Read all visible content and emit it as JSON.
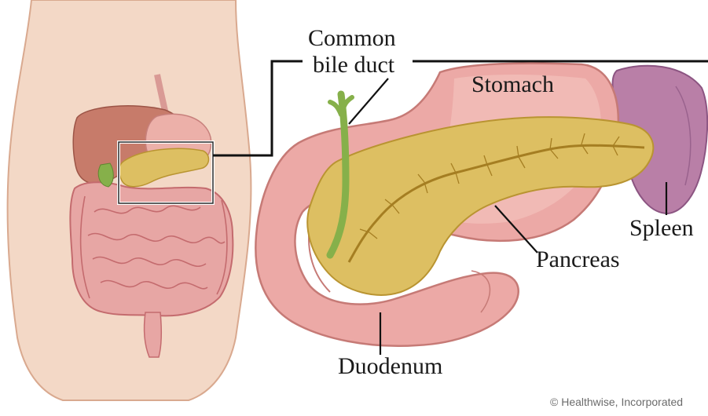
{
  "labels": {
    "common_bile_duct_line1": "Common",
    "common_bile_duct_line2": "bile duct",
    "stomach": "Stomach",
    "spleen": "Spleen",
    "pancreas": "Pancreas",
    "duodenum": "Duodenum"
  },
  "credit": "© Healthwise, Incorporated",
  "colors": {
    "skin": "#f3d8c6",
    "skin_edge": "#d9a98f",
    "intestine": "#e7a6a4",
    "intestine_edge": "#c46b6e",
    "stomach": "#eca9a6",
    "stomach_light": "#f6c9c1",
    "pancreas": "#ddbf62",
    "pancreas_dark": "#b99431",
    "spleen": "#b97fa7",
    "bile_duct": "#86b04a",
    "liver": "#c77b6a",
    "callout_line": "#111111"
  }
}
